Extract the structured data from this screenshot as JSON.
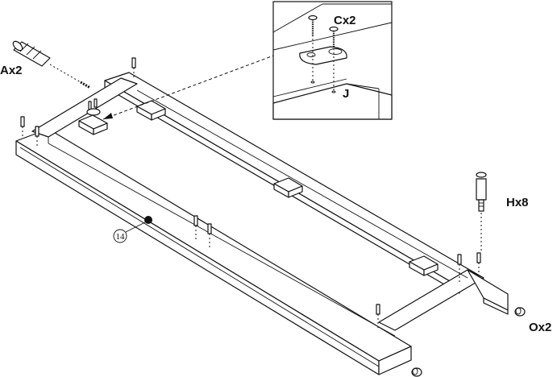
{
  "labels": {
    "dowel": "Ax2",
    "screw": "Cx2",
    "bracket": "J",
    "cam_bolt": "Hx8",
    "glide": "Ox2",
    "part_number": "14"
  },
  "icons": [
    "dowel-icon",
    "screw-icon",
    "bracket-icon",
    "cam-bolt-icon",
    "glide-icon",
    "part-marker-icon"
  ]
}
